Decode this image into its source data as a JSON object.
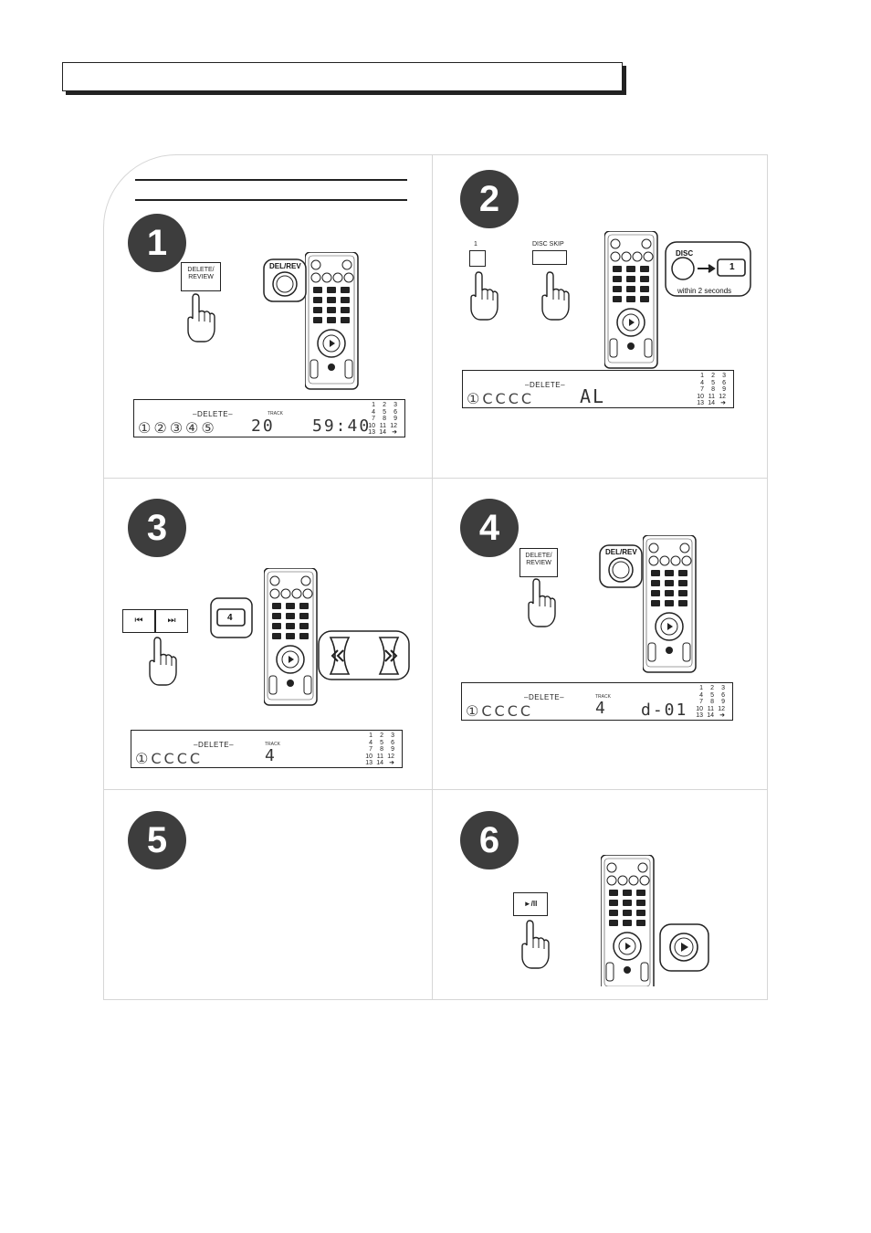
{
  "steps": [
    {
      "number": "1"
    },
    {
      "number": "2"
    },
    {
      "number": "3"
    },
    {
      "number": "4"
    },
    {
      "number": "5"
    },
    {
      "number": "6"
    }
  ],
  "panel1": {
    "key_label_1": "DELETE/",
    "key_label_2": "REVIEW",
    "remote_callout": "DEL/REV",
    "display": {
      "delete": "–DELETE–",
      "track_label": "TRACK",
      "track": "20",
      "time": "59:40",
      "discs": "①②③④⑤"
    }
  },
  "panel2": {
    "key1_label": "1",
    "disc_skip_label": "DISC SKIP",
    "callout_disc": "DISC",
    "callout_num": "1",
    "callout_text": "within 2 seconds",
    "display": {
      "delete": "–DELETE–",
      "segment": "AL",
      "discs": "①CCCC"
    }
  },
  "panel3": {
    "skip_back": "⏮",
    "skip_fwd": "⏭",
    "callout_num": "4",
    "display": {
      "delete": "–DELETE–",
      "track_label": "TRACK",
      "track": "4",
      "discs": "①CCCC"
    }
  },
  "panel4": {
    "key_label_1": "DELETE/",
    "key_label_2": "REVIEW",
    "remote_callout": "DEL/REV",
    "display": {
      "delete": "–DELETE–",
      "track_label": "TRACK",
      "track": "4",
      "segment": "d-01",
      "discs": "①CCCC"
    }
  },
  "panel6": {
    "key_label": "►/II"
  },
  "track_grid": [
    [
      "1",
      "2",
      "3"
    ],
    [
      "4",
      "5",
      "6"
    ],
    [
      "7",
      "8",
      "9"
    ],
    [
      "10",
      "11",
      "12"
    ],
    [
      "13",
      "14",
      "➜"
    ]
  ]
}
